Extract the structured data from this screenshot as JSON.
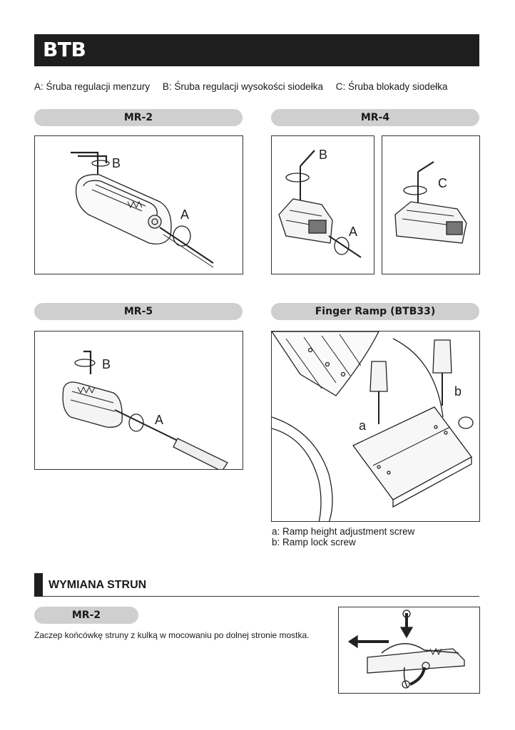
{
  "header": {
    "title": "BTB"
  },
  "legend": {
    "a": "A: Śruba regulacji menzury",
    "b": "B: Śruba regulacji wysokości siodełka",
    "c": "C: Śruba blokady siodełka"
  },
  "panels": {
    "mr2": {
      "title": "MR-2",
      "label_b": "B",
      "label_a": "A"
    },
    "mr4": {
      "title": "MR-4",
      "label_b": "B",
      "label_a": "A",
      "label_c": "C"
    },
    "mr5": {
      "title": "MR-5",
      "label_b": "B",
      "label_a": "A"
    },
    "finger_ramp": {
      "title": "Finger Ramp (BTB33)",
      "label_a": "a",
      "label_b": "b"
    }
  },
  "finger_ramp_notes": {
    "a": "a: Ramp height adjustment screw",
    "b": "b: Ramp lock screw"
  },
  "section": {
    "title": "WYMIANA STRUN",
    "subtitle": "MR-2",
    "text": "Zaczep końcówkę struny z kulką w mocowaniu po dolnej stronie mostka."
  },
  "colors": {
    "title_bar": "#1e1e1e",
    "pill": "#cfcfcf"
  }
}
